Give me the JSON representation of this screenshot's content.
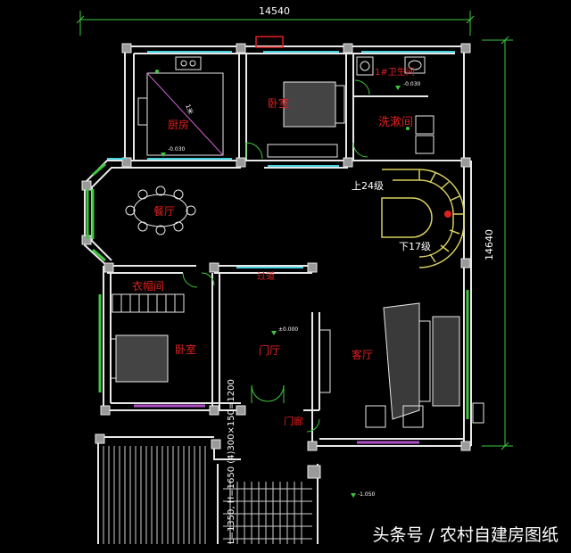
{
  "dimensions": {
    "width": "14540",
    "height": "14640"
  },
  "rooms": {
    "kitchen": "厨房",
    "bedroom_top": "卧室",
    "bathroom": "1#卫生间",
    "washroom": "洗漱间",
    "dining": "餐厅",
    "cloakroom": "衣帽间",
    "bedroom_left": "卧室",
    "foyer": "门厅",
    "living": "客厅",
    "corridor": "过道",
    "entrance": "门廊"
  },
  "stairs": {
    "up": "上24级",
    "down": "下17级"
  },
  "elevations": {
    "kitchen": "-0.030",
    "bath": "-0.030",
    "foyer": "±0.000",
    "outside": "-1.050"
  },
  "notes": {
    "kitchen_door": "1米",
    "steps": "L=1350, H=1650 (4)300×150=1200"
  },
  "watermark": "头条号 / 农村自建房图纸"
}
